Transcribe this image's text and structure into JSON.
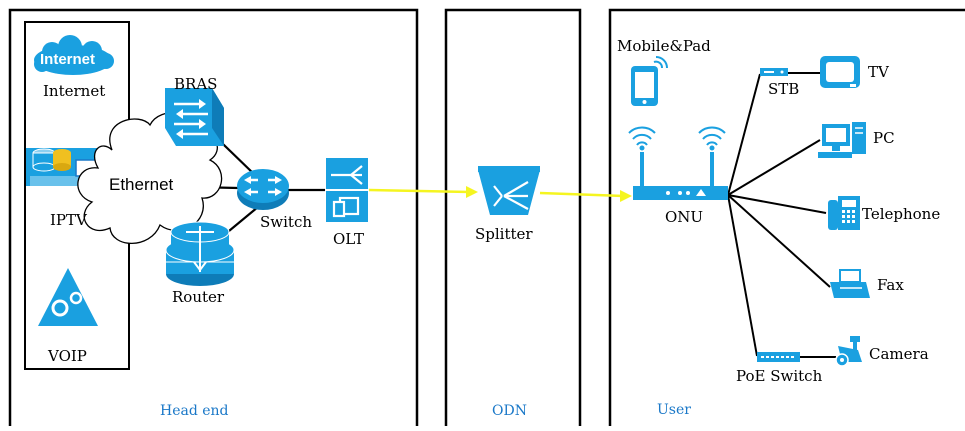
{
  "colors": {
    "icon_blue": "#1aa0e0",
    "link_yellow": "#f5f520",
    "section_label_blue": "#1a78c8",
    "line_black": "#000000"
  },
  "sections": {
    "head_end": "Head end",
    "odn": "ODN",
    "user": "User"
  },
  "head_end": {
    "internet_logo": "Internet",
    "internet_label": "Internet",
    "iptv_label": "IPTV",
    "voip_label": "VOIP",
    "ethernet_label": "Ethernet",
    "bras_label": "BRAS",
    "switch_label": "Switch",
    "router_label": "Router",
    "olt_label": "OLT"
  },
  "odn": {
    "splitter_label": "Splitter"
  },
  "user": {
    "mobile_label": "Mobile&Pad",
    "onu_label": "ONU",
    "stb_label": "STB",
    "tv_label": "TV",
    "pc_label": "PC",
    "telephone_label": "Telephone",
    "fax_label": "Fax",
    "poe_switch_label": "PoE Switch",
    "camera_label": "Camera"
  },
  "icons": [
    "internet-cloud-icon",
    "iptv-icon",
    "voip-icon",
    "ethernet-cloud-icon",
    "bras-icon",
    "switch-icon",
    "router-icon",
    "olt-icon",
    "splitter-icon",
    "mobile-icon",
    "onu-icon",
    "stb-icon",
    "tv-icon",
    "pc-icon",
    "telephone-icon",
    "fax-icon",
    "poe-switch-icon",
    "camera-icon"
  ]
}
